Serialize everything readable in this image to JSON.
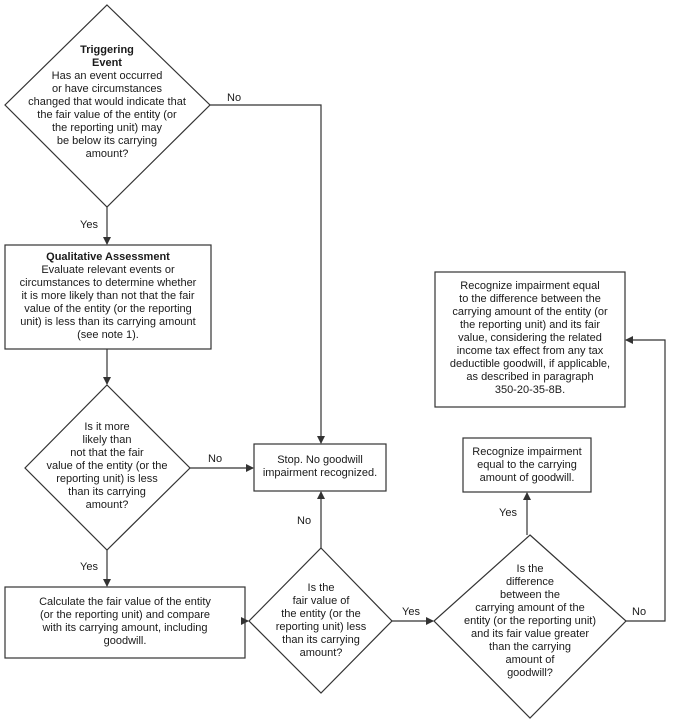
{
  "nodes": {
    "triggering": {
      "heading": [
        "Triggering",
        "Event"
      ],
      "lines": [
        "Has an event occurred",
        "or have circumstances",
        "changed that would indicate that",
        "the fair value of the entity (or",
        "the reporting unit) may",
        "be below its carrying",
        "amount?"
      ]
    },
    "qualitative": {
      "heading": "Qualitative Assessment",
      "lines": [
        "Evaluate relevant events or",
        "circumstances to determine whether",
        "it is more likely than not that the fair",
        "value of the entity (or the reporting",
        "unit) is less than its carrying amount",
        "(see note 1)."
      ]
    },
    "more_likely": {
      "lines": [
        "Is it more",
        "likely than",
        "not that the fair",
        "value of the entity (or the",
        "reporting unit) is less",
        "than its carrying",
        "amount?"
      ]
    },
    "stop": {
      "lines": [
        "Stop. No goodwill",
        "impairment recognized."
      ]
    },
    "calculate": {
      "lines": [
        "Calculate the fair value of the entity",
        "(or the reporting unit) and compare",
        "with its carrying amount, including",
        "goodwill."
      ]
    },
    "fv_less": {
      "lines": [
        "Is the",
        "fair value of",
        "the entity (or the",
        "reporting unit) less",
        "than its carrying",
        "amount?"
      ]
    },
    "difference": {
      "lines": [
        "Is the",
        "difference",
        "between the",
        "carrying amount of the",
        "entity (or the reporting unit)",
        "and its fair value greater",
        "than the carrying",
        "amount of",
        "goodwill?"
      ]
    },
    "recognize_goodwill": {
      "lines": [
        "Recognize impairment",
        "equal to the carrying",
        "amount of goodwill."
      ]
    },
    "recognize_difference": {
      "lines": [
        "Recognize impairment equal",
        "to the difference between the",
        "carrying amount of the entity (or",
        "the reporting unit) and its fair",
        "value, considering the related",
        "income tax effect from any tax",
        "deductible goodwill, if applicable,",
        "as described in paragraph",
        "350-20-35-8B."
      ]
    }
  },
  "edge_labels": {
    "trig_no": "No",
    "trig_yes": "Yes",
    "ml_no": "No",
    "ml_yes": "Yes",
    "fv_no": "No",
    "fv_yes": "Yes",
    "diff_yes": "Yes",
    "diff_no": "No"
  },
  "colors": {
    "stroke": "#333333",
    "text": "#1a1a1a",
    "fill": "#ffffff"
  }
}
